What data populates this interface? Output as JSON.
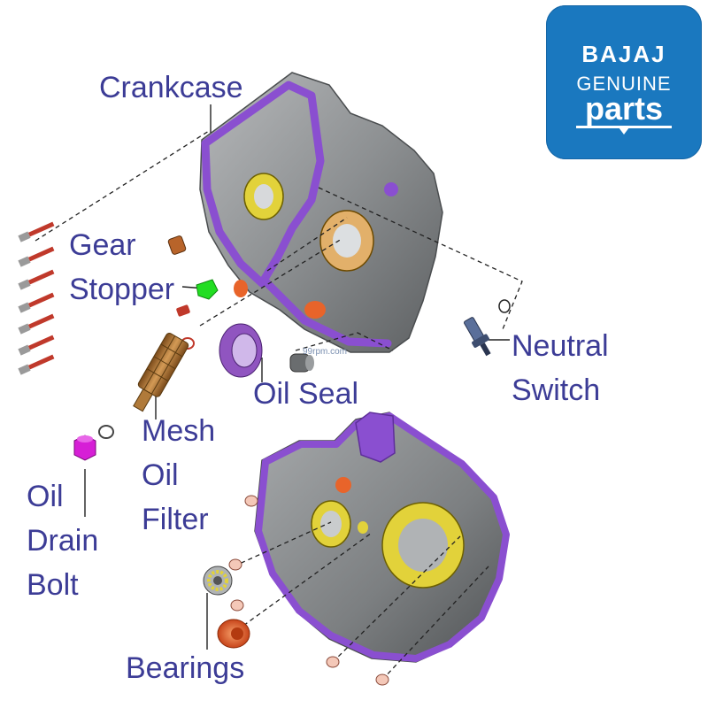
{
  "logo": {
    "brand": "BAJAJ",
    "line2": "GENUINE",
    "line3": "parts",
    "color": "#1a78bf"
  },
  "watermark": "99rpm.com",
  "labels": {
    "crankcase": "Crankcase",
    "gear": "Gear",
    "stopper": "Stopper",
    "neutral": "Neutral",
    "switch": "Switch",
    "oil_seal": "Oil Seal",
    "mesh": "Mesh",
    "oil": "Oil",
    "filter": "Filter",
    "drain_oil": "Oil",
    "drain": "Drain",
    "bolt": "Bolt",
    "bearings": "Bearings"
  },
  "colors": {
    "label_text": "#3c3c96",
    "case_body": "#8f9294",
    "gasket_purple": "#8a4fd0",
    "bolt_red": "#c0392b",
    "drain_bolt_magenta": "#d61fd6",
    "stopper_green": "#22dd22",
    "bearing_orange": "#e8642a",
    "seal_purple": "#9055c0",
    "bushing_yellow": "#e2d23a"
  }
}
